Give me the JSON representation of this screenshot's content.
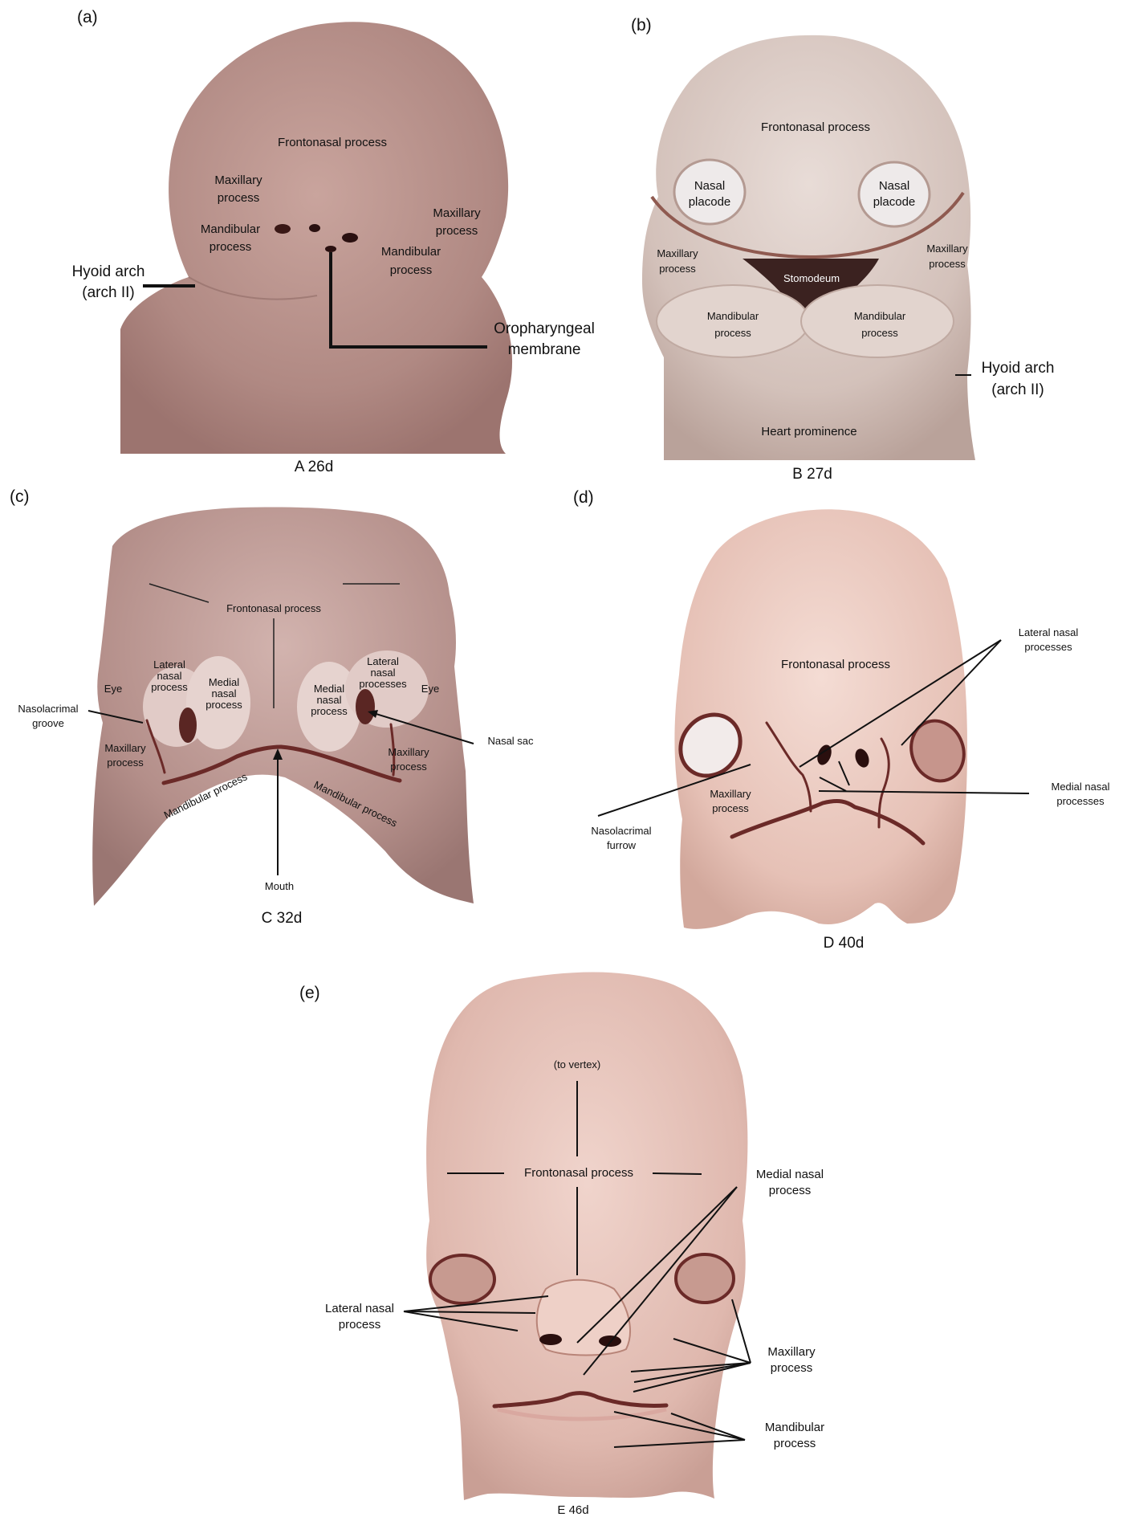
{
  "panels": {
    "a": {
      "letter": "(a)",
      "caption": "A 26d",
      "labels": {
        "frontonasal": "Frontonasal process",
        "maxillary_left_1": "Maxillary",
        "maxillary_left_2": "process",
        "mandibular_left_1": "Mandibular",
        "mandibular_left_2": "process",
        "maxillary_right_1": "Maxillary",
        "maxillary_right_2": "process",
        "mandibular_right_1": "Mandibular",
        "mandibular_right_2": "process",
        "hyoid_1": "Hyoid arch",
        "hyoid_2": "(arch II)",
        "oropharyngeal_1": "Oropharyngeal",
        "oropharyngeal_2": "membrane"
      }
    },
    "b": {
      "letter": "(b)",
      "caption": "B 27d",
      "labels": {
        "frontonasal": "Frontonasal process",
        "nasal_left_1": "Nasal",
        "nasal_left_2": "placode",
        "nasal_right_1": "Nasal",
        "nasal_right_2": "placode",
        "maxillary_left_1": "Maxillary",
        "maxillary_left_2": "process",
        "maxillary_right_1": "Maxillary",
        "maxillary_right_2": "process",
        "stomodeum": "Stomodeum",
        "mandibular_left_1": "Mandibular",
        "mandibular_left_2": "process",
        "mandibular_right_1": "Mandibular",
        "mandibular_right_2": "process",
        "hyoid_1": "Hyoid arch",
        "hyoid_2": "(arch II)",
        "heart": "Heart prominence"
      }
    },
    "c": {
      "letter": "(c)",
      "caption": "C 32d",
      "labels": {
        "frontonasal": "Frontonasal process",
        "eye_left": "Eye",
        "eye_right": "Eye",
        "lateral_left_1": "Lateral",
        "lateral_left_2": "nasal",
        "lateral_left_3": "process",
        "medial_left_1": "Medial",
        "medial_left_2": "nasal",
        "medial_left_3": "process",
        "medial_right_1": "Medial",
        "medial_right_2": "nasal",
        "medial_right_3": "process",
        "lateral_right_1": "Lateral",
        "lateral_right_2": "nasal",
        "lateral_right_3": "processes",
        "nasolacrimal_1": "Nasolacrimal",
        "nasolacrimal_2": "groove",
        "maxillary_left_1": "Maxillary",
        "maxillary_left_2": "process",
        "maxillary_right_1": "Maxillary",
        "maxillary_right_2": "process",
        "nasal_sac": "Nasal sac",
        "mandibular_left": "Mandibular process",
        "mandibular_right": "Mandibular process",
        "mouth": "Mouth"
      }
    },
    "d": {
      "letter": "(d)",
      "caption": "D 40d",
      "labels": {
        "lateral_1": "Lateral nasal",
        "lateral_2": "processes",
        "frontonasal": "Frontonasal process",
        "medial_1": "Medial nasal",
        "medial_2": "processes",
        "maxillary_1": "Maxillary",
        "maxillary_2": "process",
        "nasolacrimal_1": "Nasolacrimal",
        "nasolacrimal_2": "furrow"
      }
    },
    "e": {
      "letter": "(e)",
      "caption": "E 46d",
      "labels": {
        "vertex": "(to vertex)",
        "frontonasal": "Frontonasal process",
        "medial_1": "Medial nasal",
        "medial_2": "process",
        "lateral_1": "Lateral nasal",
        "lateral_2": "process",
        "maxillary_1": "Maxillary",
        "maxillary_2": "process",
        "mandibular_1": "Mandibular",
        "mandibular_2": "process"
      }
    }
  },
  "colors": {
    "skin_a": "#b7908a",
    "skin_b": "#d8c8c2",
    "skin_c": "#b08c88",
    "skin_d": "#e8c6bc",
    "skin_e": "#e2bcb4",
    "crease": "#6b2a28",
    "ink": "#111111"
  }
}
